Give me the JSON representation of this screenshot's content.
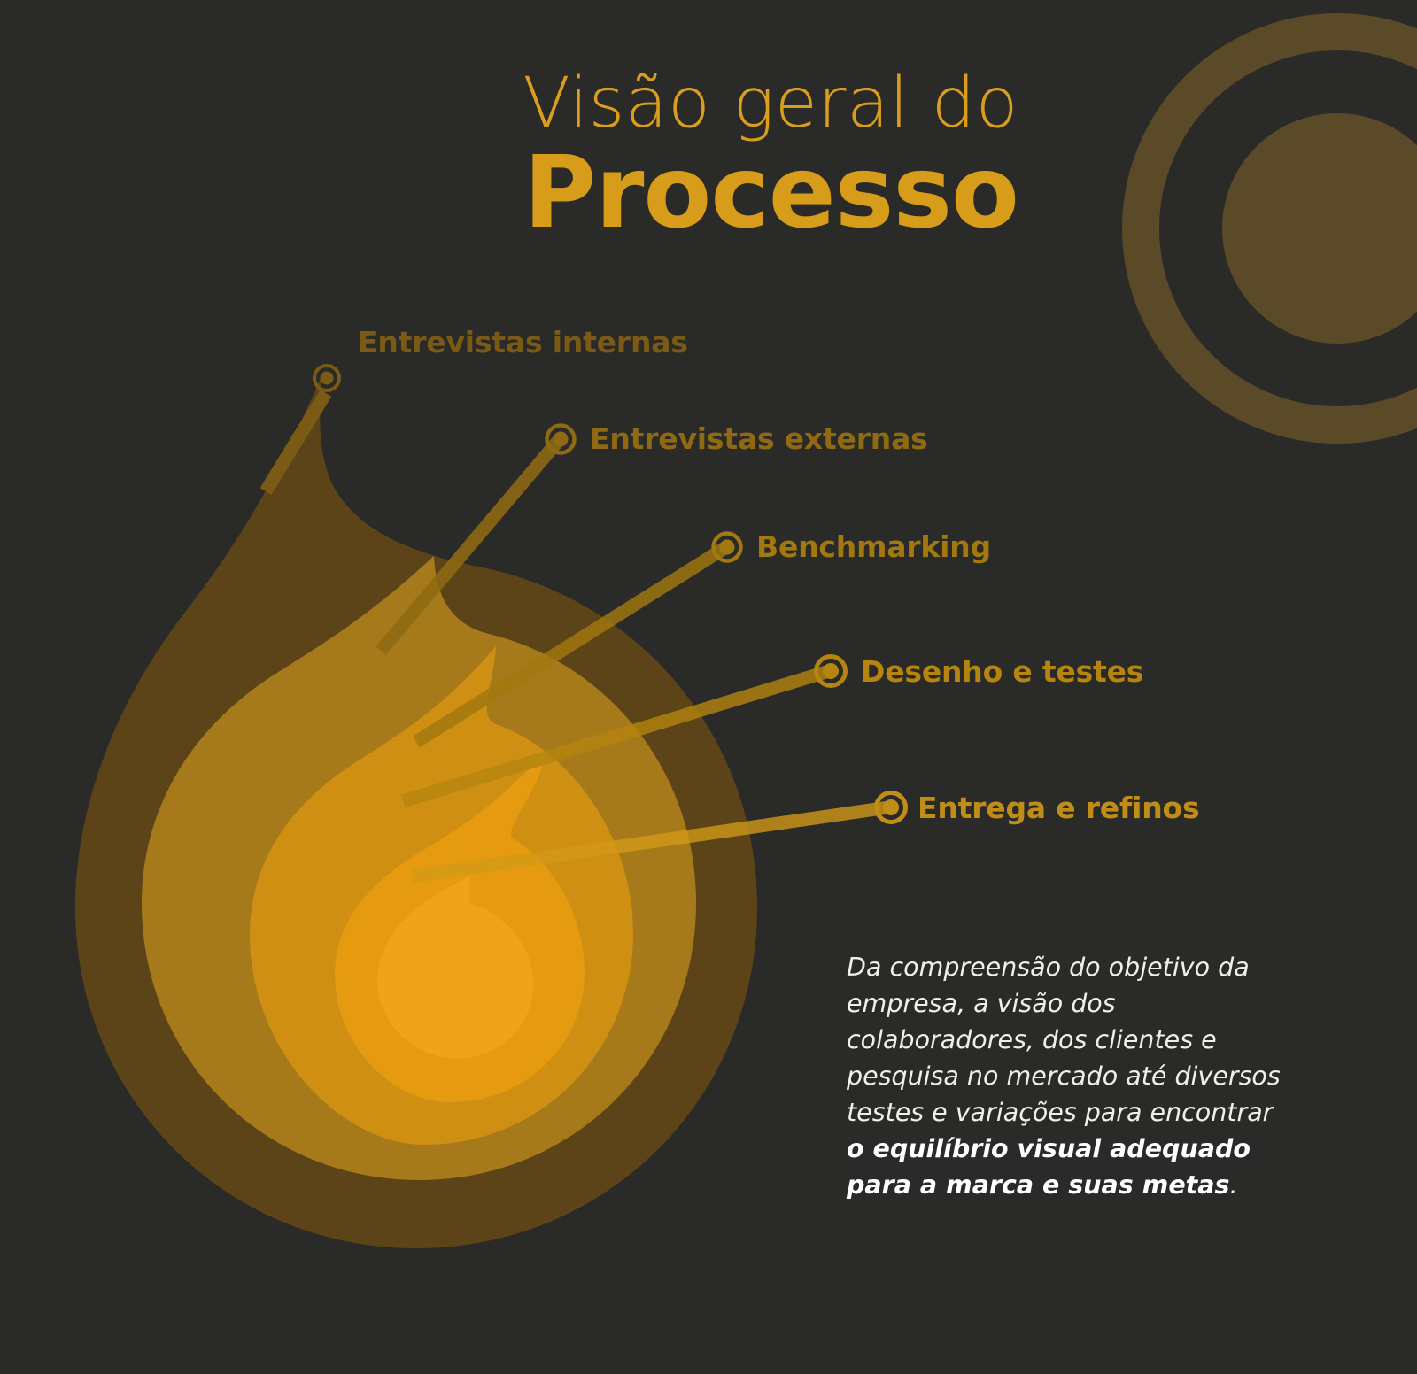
{
  "theme": {
    "background": "#2a2a28",
    "accent": "#D69C1A",
    "accent_light": "#F5A623",
    "ring_decoration": "#5B4A28",
    "body_text": "#efefed"
  },
  "title": {
    "line1": "Visão geral do",
    "line2": "Processo"
  },
  "decorations": {
    "corner_rings_name": "concentric-rings-decoration"
  },
  "steps": [
    {
      "label": "Entrevistas internas",
      "color": "#7A5A15",
      "marker": "target-ring-icon",
      "order": 1
    },
    {
      "label": "Entrevistas externas",
      "color": "#8F6A12",
      "marker": "target-ring-icon",
      "order": 2
    },
    {
      "label": "Benchmarking",
      "color": "#A2780F",
      "marker": "target-ring-icon",
      "order": 3
    },
    {
      "label": "Desenho e testes",
      "color": "#B5850F",
      "marker": "target-ring-icon",
      "order": 4
    },
    {
      "label": "Entrega e refinos",
      "color": "#C08E18",
      "marker": "target-ring-icon",
      "order": 5
    }
  ],
  "spiral": {
    "name": "nested-spiral-diagram",
    "layer_colors": [
      "#5C4418",
      "#A67A1A",
      "#CE8F12",
      "#E59A10",
      "#F0A319"
    ]
  },
  "description": {
    "plain_1": "Da compreensão do objetivo da empresa, a visão dos colaboradores, dos clientes e pesquisa no mercado até diversos testes e variações para encontrar ",
    "bold": "o equilíbrio visual adequado para a marca e suas metas",
    "plain_2": "."
  }
}
